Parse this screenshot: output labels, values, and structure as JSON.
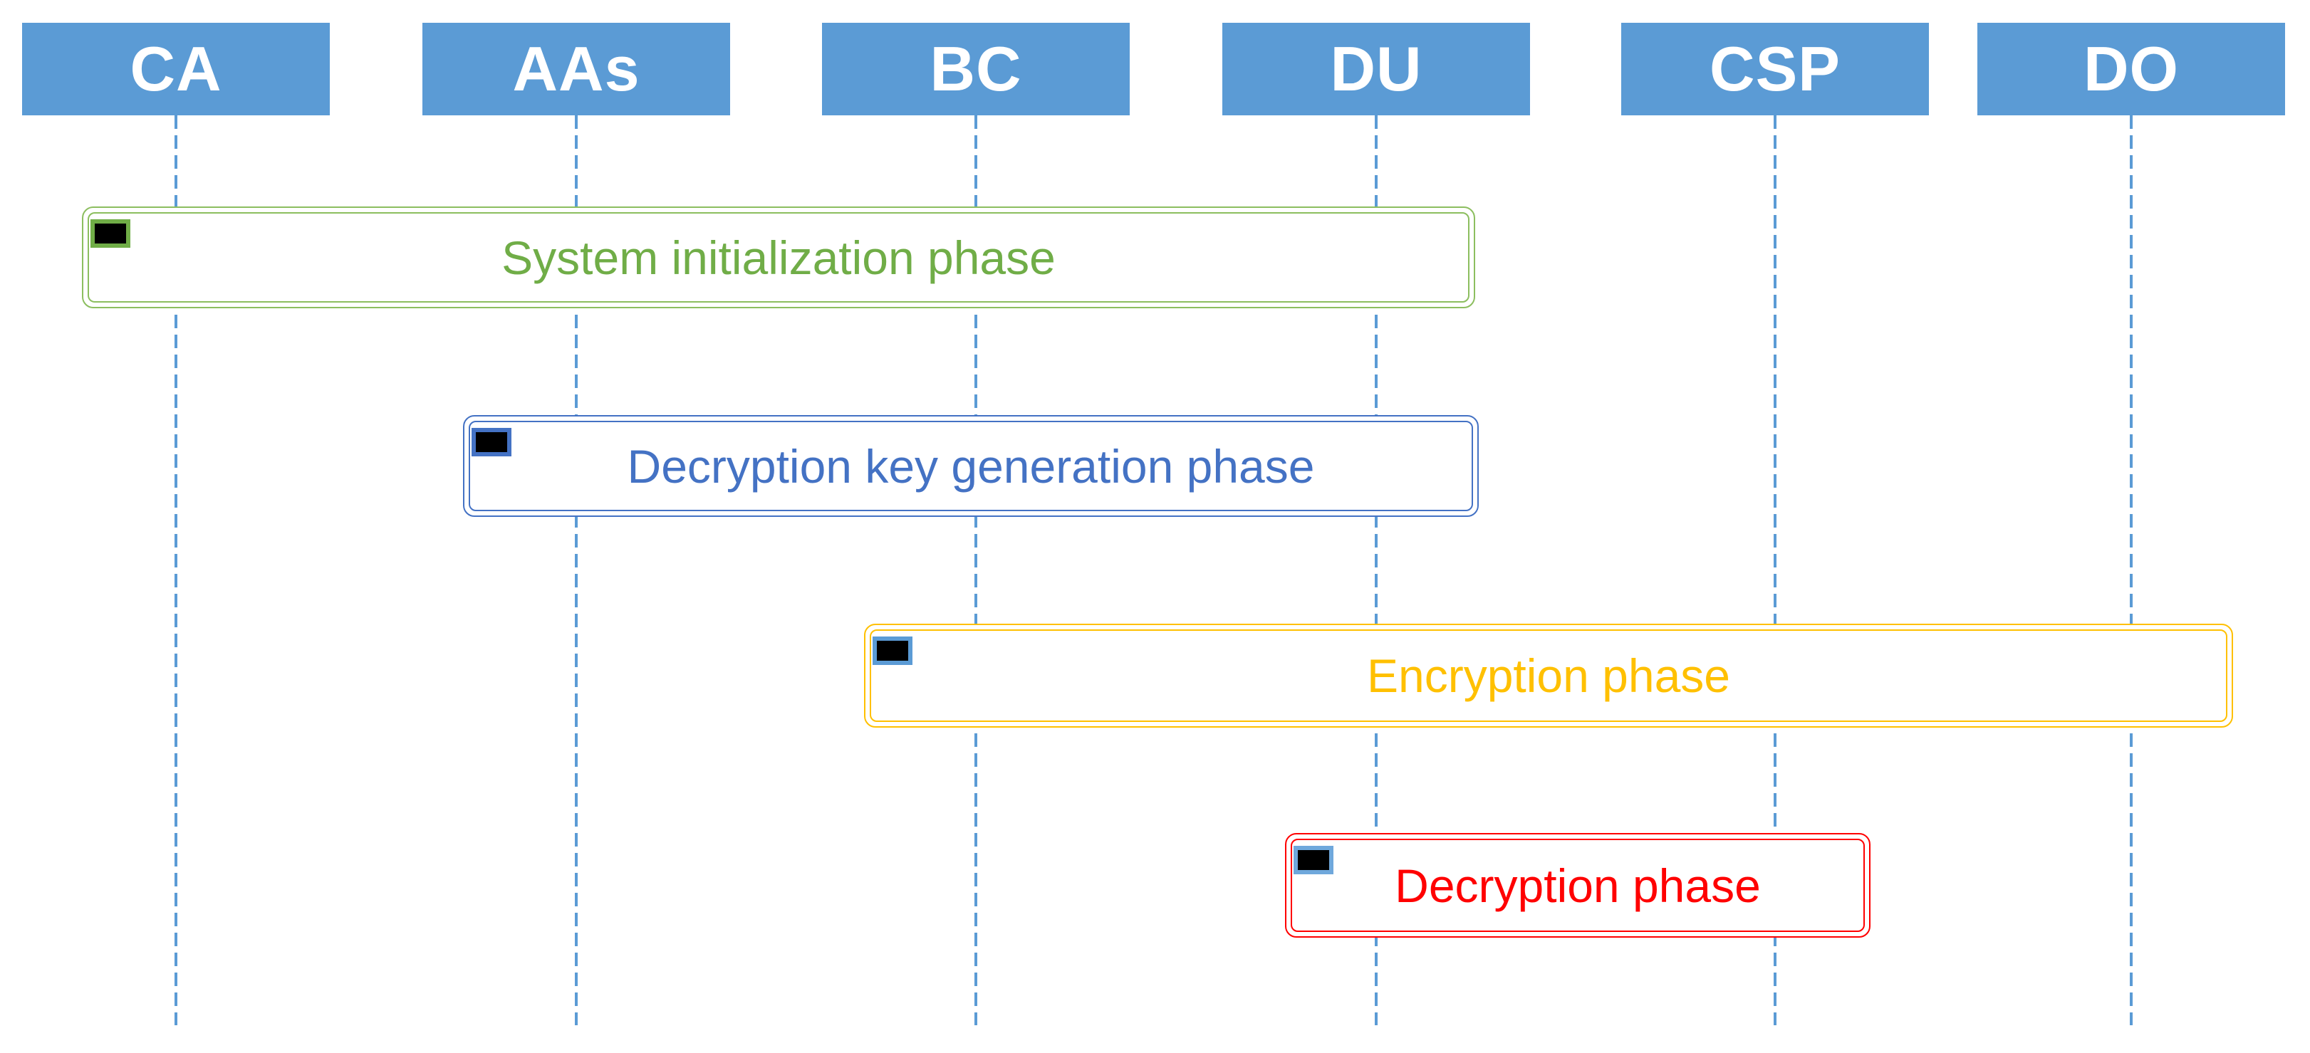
{
  "diagram": {
    "type": "sequence-phase-diagram",
    "actors": [
      {
        "id": "ca",
        "label": "CA"
      },
      {
        "id": "aas",
        "label": "AAs"
      },
      {
        "id": "bc",
        "label": "BC"
      },
      {
        "id": "du",
        "label": "DU"
      },
      {
        "id": "csp",
        "label": "CSP"
      },
      {
        "id": "do",
        "label": "DO"
      }
    ],
    "phases": [
      {
        "id": "system-initialization",
        "label": "System initialization phase",
        "color": "#70AD47",
        "border_color": "#8CBE5F",
        "marker_frame_color": "#70AD47",
        "spans_actors": [
          "CA",
          "AAs",
          "BC",
          "DU"
        ]
      },
      {
        "id": "decryption-key-generation",
        "label": "Decryption key generation phase",
        "color": "#4472C4",
        "border_color": "#4472C4",
        "marker_frame_color": "#4472C4",
        "spans_actors": [
          "AAs",
          "BC",
          "DU"
        ]
      },
      {
        "id": "encryption",
        "label": "Encryption phase",
        "color": "#FFC000",
        "border_color": "#FFC000",
        "marker_frame_color": "#5B9BD5",
        "spans_actors": [
          "BC",
          "DU",
          "CSP",
          "DO"
        ]
      },
      {
        "id": "decryption",
        "label": "Decryption phase",
        "color": "#FF0000",
        "border_color": "#FF0000",
        "marker_frame_color": "#6FA8DC",
        "spans_actors": [
          "DU",
          "CSP"
        ]
      }
    ],
    "colors": {
      "actor_fill": "#5B9BD5",
      "actor_text": "#FFFFFF",
      "lifeline": "#5B9BD5",
      "marker_fill": "#000000",
      "background": "#FFFFFF"
    }
  }
}
